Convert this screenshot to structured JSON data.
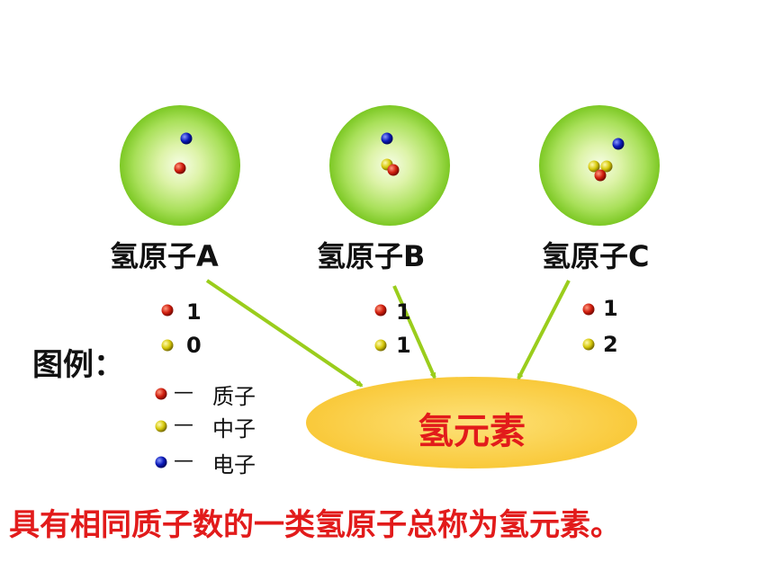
{
  "atoms": [
    {
      "label": "氢原子A",
      "proton_count": "1",
      "neutron_count": "0"
    },
    {
      "label": "氢原子B",
      "proton_count": "1",
      "neutron_count": "1"
    },
    {
      "label": "氢原子C",
      "proton_count": "1",
      "neutron_count": "2"
    }
  ],
  "legend": {
    "title": "图例：",
    "dash": "—",
    "items": [
      {
        "name": "质子",
        "color": "#d01e0e"
      },
      {
        "name": "中子",
        "color": "#d6c80a"
      },
      {
        "name": "电子",
        "color": "#0a18b8"
      }
    ]
  },
  "element": {
    "label": "氢元素",
    "color": "#e21b1b",
    "fill": "#fcd24a"
  },
  "summary": "具有相同质子数的一类氢原子总称为氢元素。",
  "colors": {
    "atom_outer": "#7fd22a",
    "atom_inner": "#f6fde6",
    "arrow": "#9acd1c"
  }
}
